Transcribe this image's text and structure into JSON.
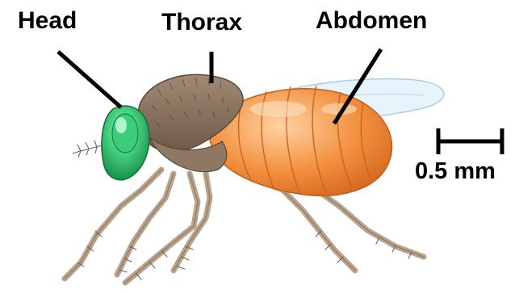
{
  "labels": {
    "head": "Head",
    "thorax": "Thorax",
    "abdomen": "Abdomen"
  },
  "scale_bar": {
    "label": "0.5 mm"
  },
  "colors": {
    "head": "#2fbf6a",
    "thorax": "#8a7461",
    "abdomen": "#f08a3a",
    "legs": "#b9a48e",
    "wing": "#cfe6f4",
    "text": "#000000"
  }
}
